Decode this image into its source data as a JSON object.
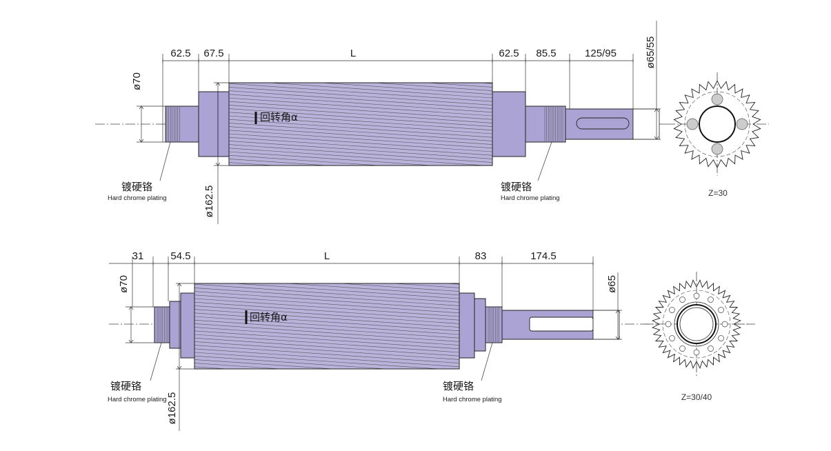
{
  "roller_top": {
    "dims": {
      "d62_5_left": "62.5",
      "d67_5": "67.5",
      "L": "L",
      "d62_5_right": "62.5",
      "d85_5": "85.5",
      "d125_95": "125/95",
      "phi70": "ø70",
      "phi162_5": "ø162.5",
      "phi65_55": "ø65/55"
    },
    "rotation_label": "回转角α",
    "plating_left_cn": "镀硬铬",
    "plating_left_en": "Hard chrome plating",
    "plating_right_cn": "镀硬铬",
    "plating_right_en": "Hard chrome plating",
    "gear_label": "Z=30"
  },
  "roller_bottom": {
    "dims": {
      "d31": "31",
      "d54_5": "54.5",
      "L": "L",
      "d83": "83",
      "d174_5": "174.5",
      "phi70": "ø70",
      "phi162_5": "ø162.5",
      "phi65": "ø65"
    },
    "rotation_label": "回转角α",
    "plating_left_cn": "镀硬铬",
    "plating_left_en": "Hard chrome plating",
    "plating_right_cn": "镀硬铬",
    "plating_right_en": "Hard chrome plating",
    "gear_label": "Z=30/40"
  },
  "colors": {
    "roller_body": "#b9b3dc",
    "shaft": "#aaa3d3",
    "gear_hub": "#cccccc"
  }
}
